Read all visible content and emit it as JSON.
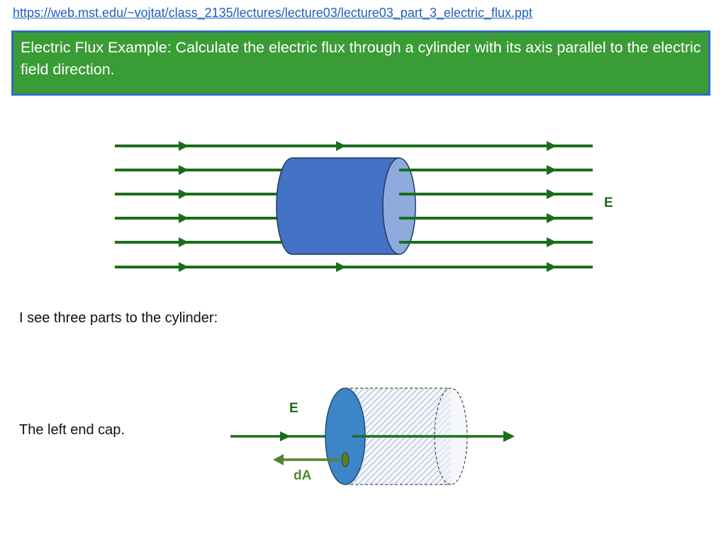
{
  "header": {
    "url": "https://web.mst.edu/~vojtat/class_2135/lectures/lecture03/lecture03_part_3_electric_flux.ppt"
  },
  "title": {
    "text": "Electric Flux Example: Calculate the electric flux through a cylinder with its axis parallel to the electric field direction."
  },
  "diagram_top": {
    "field_label": "E",
    "field_line_count": 6,
    "colors": {
      "field_line": "#1a6e1a",
      "cylinder_body": "#4472c4",
      "cylinder_end": "#8faadc",
      "cylinder_outline": "#1f3864"
    }
  },
  "text": {
    "intro": "I see three parts to the cylinder:",
    "part_left_cap": "The left end cap."
  },
  "diagram_bottom": {
    "field_label": "E",
    "area_vector_label": "dA",
    "colors": {
      "field_arrow": "#1a6e1a",
      "area_arrow": "#548235",
      "cap_fill": "#3d85c6"
    }
  },
  "colors": {
    "title_background": "#3a9c35",
    "title_border": "#2b6cc4",
    "link": "#1f5fbf"
  }
}
